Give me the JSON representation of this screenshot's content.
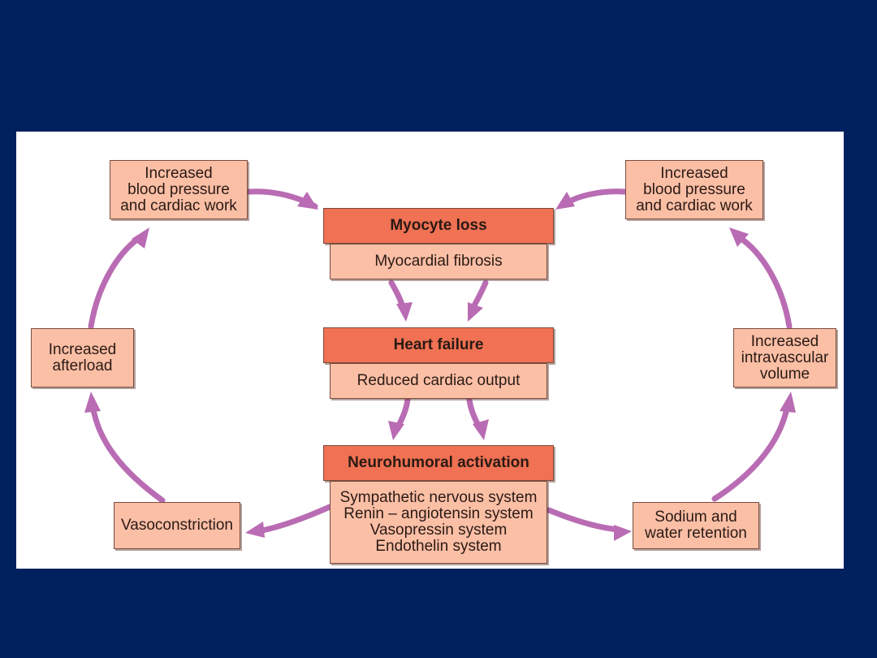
{
  "diagram": {
    "colors": {
      "background": "#00205e",
      "panel": "#ffffff",
      "box_light": "#fbbfa6",
      "box_header": "#f07153",
      "arrow": "#b96cb3"
    },
    "top_left_box": {
      "lines": [
        "Increased",
        "blood pressure",
        "and cardiac work"
      ]
    },
    "top_right_box": {
      "lines": [
        "Increased",
        "blood pressure",
        "and cardiac work"
      ]
    },
    "myocyte": {
      "title": "Myocyte loss",
      "subtitle": "Myocardial fibrosis"
    },
    "heart_failure": {
      "title": "Heart failure",
      "subtitle": "Reduced cardiac output"
    },
    "neurohumoral": {
      "title": "Neurohumoral activation",
      "lines": [
        "Sympathetic nervous system",
        "Renin – angiotensin system",
        "Vasopressin system",
        "Endothelin system"
      ]
    },
    "left_mid_box": {
      "lines": [
        "Increased",
        "afterload"
      ]
    },
    "right_mid_box": {
      "lines": [
        "Increased",
        "intravascular",
        "volume"
      ]
    },
    "bottom_left_box": {
      "lines": [
        "Vasoconstriction"
      ]
    },
    "bottom_right_box": {
      "lines": [
        "Sodium and",
        "water retention"
      ]
    }
  }
}
